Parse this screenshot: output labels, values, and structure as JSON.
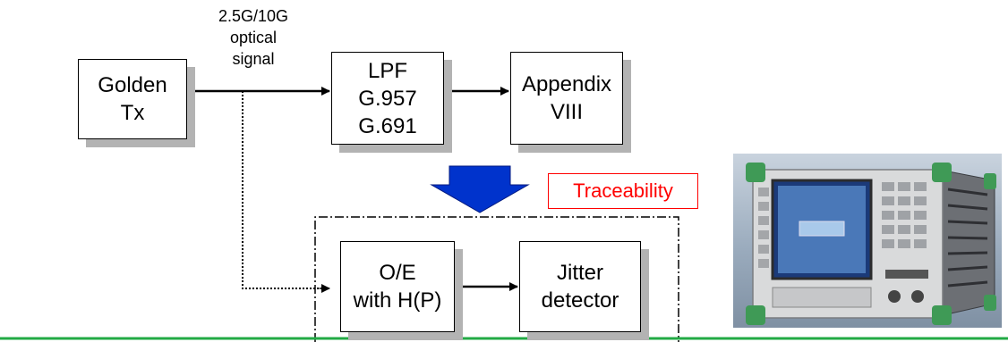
{
  "diagram": {
    "nodes": {
      "golden_tx": {
        "lines": [
          "Golden",
          "Tx"
        ]
      },
      "lpf": {
        "lines": [
          "LPF",
          "G.957",
          "G.691"
        ]
      },
      "appendix": {
        "lines": [
          "Appendix",
          "VIII"
        ]
      },
      "oe": {
        "lines": [
          "O/E",
          "with H(P)"
        ]
      },
      "jitter": {
        "lines": [
          "Jitter",
          "detector"
        ]
      }
    },
    "signal_label": {
      "lines": [
        "2.5G/10G",
        "optical",
        "signal"
      ]
    },
    "traceability_label": "Traceability",
    "photo": {
      "icon": "measurement-instrument-photo"
    },
    "colors": {
      "arrow_blue": "#0033cc",
      "traceability_red": "#ff0000",
      "baseline_green": "#22aa44",
      "box_shadow_gray": "#b3b3b3"
    }
  }
}
